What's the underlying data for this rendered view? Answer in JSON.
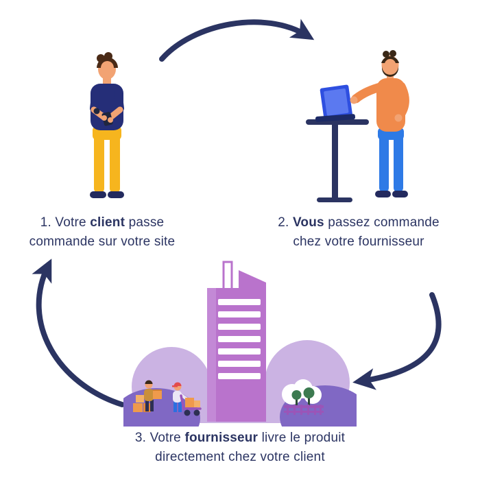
{
  "title": "Dropshipping cycle infographic",
  "steps": [
    {
      "line1_pre": "1. Votre ",
      "line1_bold": "client",
      "line1_post": " passe",
      "line2": "commande sur votre site"
    },
    {
      "line1_pre": "2. ",
      "line1_bold": "Vous",
      "line1_post": " passez commande",
      "line2": "chez votre fournisseur"
    },
    {
      "line1_pre": "3. Votre ",
      "line1_bold": "fournisseur",
      "line1_post": " livre le produit",
      "line2": "directement chez votre client"
    }
  ],
  "illustrations": {
    "client": "client-with-phone-illustration",
    "vous": "seller-at-standing-desk-illustration",
    "fournisseur": "supplier-warehouse-illustration",
    "arrows": [
      "arc-arrow-client-to-vous",
      "arc-arrow-vous-to-fournisseur",
      "arc-arrow-fournisseur-to-client"
    ]
  },
  "colors": {
    "text_navy": "#2b3462",
    "arrow_navy": "#2b3462",
    "shirt_navy": "#252e78",
    "pants_yellow": "#f6b51e",
    "skin": "#f2a373",
    "sweater_orange": "#f08a4b",
    "jeans_blue": "#2e7ae6",
    "laptop_blue": "#2e4fe0",
    "building_pink": "#b973cc",
    "cloud_light": "#cbb3e3",
    "cloud_dark": "#8068c4",
    "box_orange": "#ef9a4c",
    "cap_red": "#e34b4b",
    "tree_green": "#3c7a50"
  }
}
